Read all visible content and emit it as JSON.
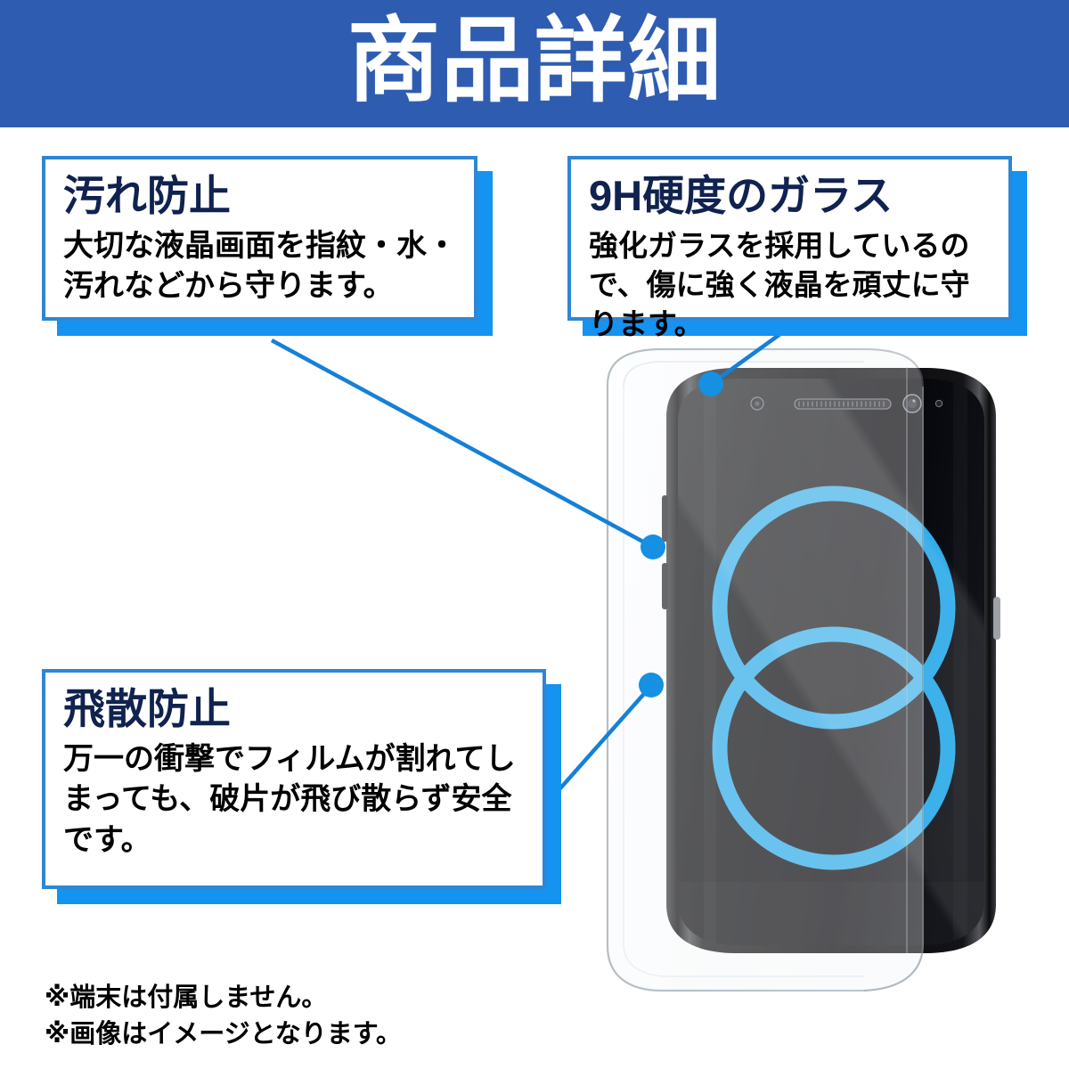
{
  "header": {
    "title": "商品詳細",
    "bg_color": "#2d5cb0",
    "text_color": "#ffffff"
  },
  "theme": {
    "card_border": "#2f86d4",
    "card_shadow": "#1493f0",
    "title_color": "#10224f",
    "body_color": "#000000",
    "accent_cyan": "#29a9e8",
    "connector_blue": "#1580d8"
  },
  "cards": [
    {
      "id": "dirt",
      "title": "汚れ防止",
      "text": "大切な液晶画面を指紋・水・汚れなどから守ります。"
    },
    {
      "id": "hardness",
      "title": "9H硬度のガラス",
      "text": "強化ガラスを採用しているので、傷に強く液晶を頑丈に守ります。"
    },
    {
      "id": "shatter",
      "title": "飛散防止",
      "text": "万一の衝撃でフィルムが割れてしまっても、破片が飛び散らず安全です。"
    }
  ],
  "notes": [
    "※端末は付属しません。",
    "※画像はイメージとなります。"
  ],
  "product": {
    "device_name": "smartphone",
    "accessory_name": "tempered-glass-screen-protector",
    "wallpaper": "two-cyan-rings"
  }
}
